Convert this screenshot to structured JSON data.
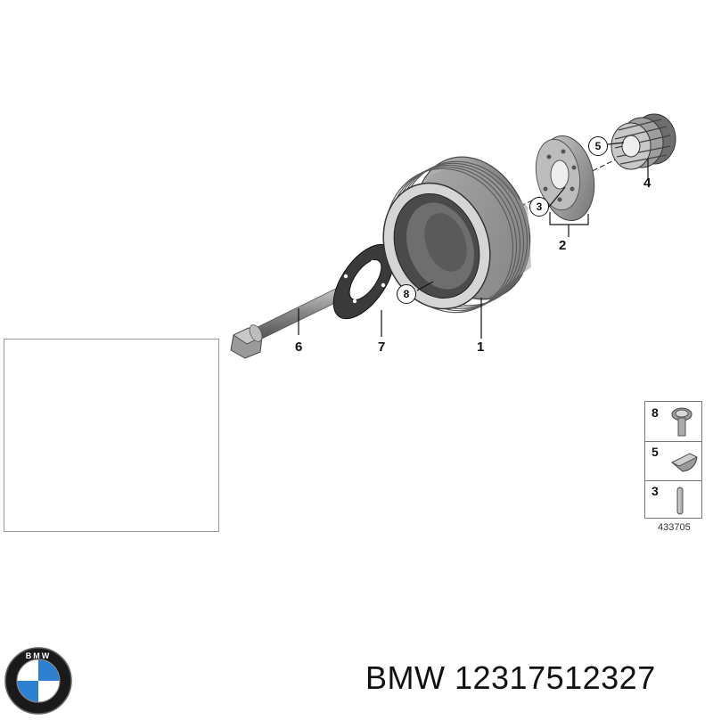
{
  "callouts": {
    "c1": "1",
    "c2": "2",
    "c3": "3",
    "c4": "4",
    "c5": "5",
    "c6": "6",
    "c7": "7",
    "c8": "8"
  },
  "legend": {
    "rows": [
      {
        "number": "8",
        "icon": "screw-icon"
      },
      {
        "number": "5",
        "icon": "woodruff-key-icon"
      },
      {
        "number": "3",
        "icon": "dowel-pin-icon"
      }
    ]
  },
  "diagram_id": "433705",
  "brand_label": "BMW 12317512327",
  "logo": {
    "icon": "bmw-roundel-logo",
    "letters": "BMW",
    "colors": {
      "blue": "#2c7fd1",
      "black": "#1a1a1a",
      "white": "#ffffff"
    }
  },
  "colors": {
    "highlight": "#f2e84a",
    "part_gray": "#8c8c8c"
  }
}
